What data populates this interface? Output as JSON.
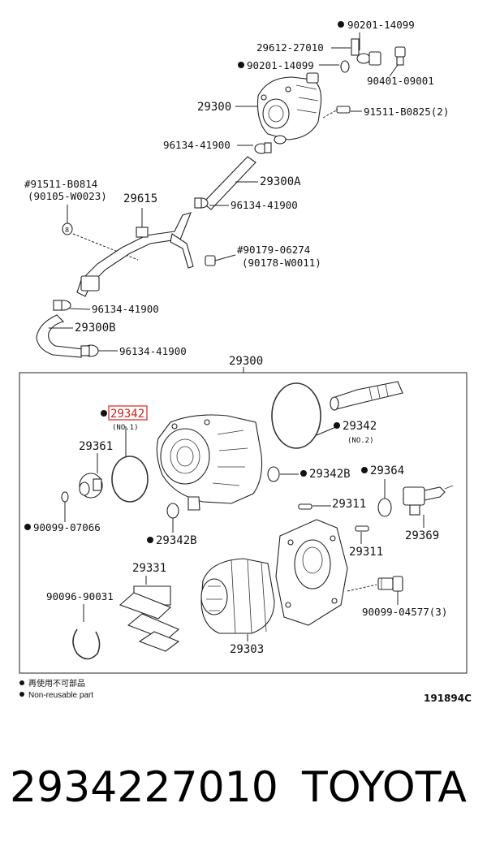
{
  "labels": {
    "l_90201_top": "90201-14099",
    "l_29612": "29612-27010",
    "l_90201_mid": "90201-14099",
    "l_90401": "90401-09001",
    "l_29300_top": "29300",
    "l_91511_b0825": "91511-B0825(2)",
    "l_96134_a": "96134-41900",
    "l_29300a": "29300A",
    "l_91511_b0814": "#91511-B0814",
    "l_90105": "(90105-W0023)",
    "l_29615": "29615",
    "l_96134_b": "96134-41900",
    "l_90179": "#90179-06274",
    "l_90178": "(90178-W0011)",
    "l_96134_c": "96134-41900",
    "l_29300b": "29300B",
    "l_96134_d": "96134-41900",
    "l_29300_box": "29300",
    "l_29342_hl": "29342",
    "l_no1": "(NO.1)",
    "l_29342_r": "29342",
    "l_no2": "(NO.2)",
    "l_29361": "29361",
    "l_29342b_r": "29342B",
    "l_29364": "29364",
    "l_29311_a": "29311",
    "l_90099_07066": "90099-07066",
    "l_29342b_l": "29342B",
    "l_29369": "29369",
    "l_29311_b": "29311",
    "l_29331": "29331",
    "l_90096": "90096-90031",
    "l_90099_04577": "90099-04577(3)",
    "l_29303": "29303"
  },
  "legend": {
    "line1": "再使用不可部品",
    "line2": "Non-reusable part"
  },
  "diagram_code": "191894C",
  "caption": {
    "part_number": "2934227010",
    "brand": "TOYOTA"
  },
  "colors": {
    "highlight": "#e03030",
    "line": "#222222",
    "text": "#111111"
  }
}
